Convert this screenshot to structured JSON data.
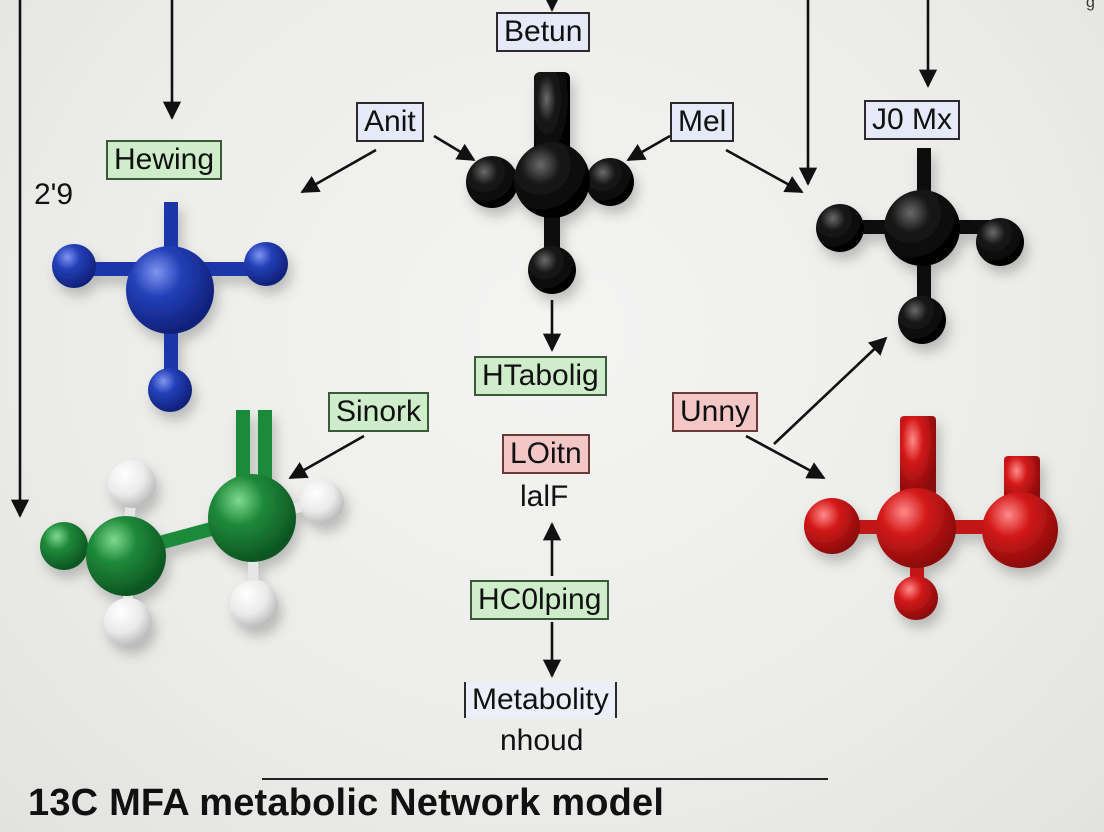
{
  "title": "13C MFA metabolic Network model",
  "side_note": "2'9",
  "corner_mark": "g",
  "labels": {
    "betun": "Betun",
    "anit": "Anit",
    "mel": "Mel",
    "j0mx": "J0 Mx",
    "hewing": "Hewing",
    "htabolig": "HTabolig",
    "sinork": "Sinork",
    "unny": "Unny",
    "loitn": "LOitn",
    "lalf": "lalF",
    "hc0lping": "HC0lping",
    "metabolity": "Metabolity",
    "nhoud": "nhoud"
  },
  "colors": {
    "black_molecule": "#111111",
    "blue_molecule": "#2340b8",
    "green_molecule": "#1f8a3a",
    "red_molecule": "#d41a1a",
    "white_atom": "#f4f4f4",
    "label_blue": "#e6e9f7",
    "label_green": "#cfeccb",
    "label_red": "#f4c7c7"
  }
}
